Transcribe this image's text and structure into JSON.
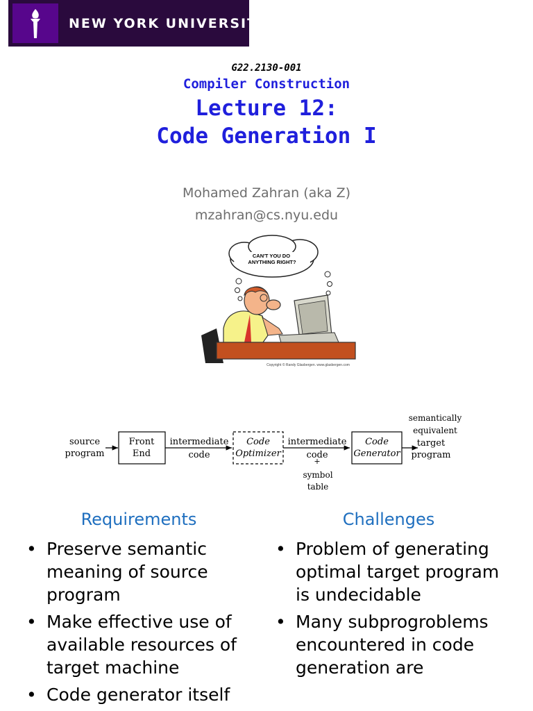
{
  "header": {
    "logo_text": "NEW YORK UNIVERSITY",
    "brand_color": "#57068c"
  },
  "title_block": {
    "course_code": "G22.2130-001",
    "course_name": "Compiler Construction",
    "lecture": "Lecture 12:",
    "topic": "Code Generation I",
    "author": "Mohamed Zahran (aka Z)",
    "email": "mzahran@cs.nyu.edu",
    "title_color": "#1f1fdc"
  },
  "cartoon": {
    "thought": "CAN'T YOU DO ANYTHING RIGHT?",
    "copyright": "Copyright © Randy Glasbergen.   www.glasbergen.com"
  },
  "pipeline": {
    "input_label": "source program",
    "boxes": [
      "Front End",
      "Code Optimizer",
      "Code Generator"
    ],
    "edge_labels": [
      "intermediate code",
      "intermediate code"
    ],
    "output_label": "semantically equivalent target program",
    "side_label": "symbol table"
  },
  "requirements": {
    "heading": "Requirements",
    "items": [
      "Preserve semantic meaning of source program",
      "Make effective use of available resources of target machine",
      "Code generator itself"
    ]
  },
  "challenges": {
    "heading": "Challenges",
    "items": [
      "Problem of generating optimal target program is undecidable",
      "Many subprogroblems encountered in code generation are"
    ]
  }
}
